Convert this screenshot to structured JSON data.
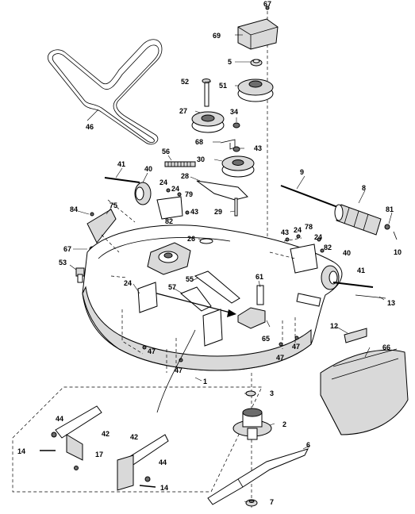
{
  "labels": {
    "p67a": "67",
    "p69": "69",
    "p5": "5",
    "p52": "52",
    "p51": "51",
    "p46": "46",
    "p27": "27",
    "p34": "34",
    "p68": "68",
    "p43a": "43",
    "p56": "56",
    "p30": "30",
    "p41a": "41",
    "p40a": "40",
    "p28": "28",
    "p9": "9",
    "p24a": "24",
    "p24b": "24",
    "p79": "79",
    "p8": "8",
    "p84": "84",
    "p75": "75",
    "p43b": "43",
    "p29": "29",
    "p81": "81",
    "p43c": "43",
    "p24c": "24",
    "p78": "78",
    "p24d": "24",
    "p26": "26",
    "p10": "10",
    "p67b": "67",
    "p82a": "82",
    "p82b": "82",
    "p53": "53",
    "p40b": "40",
    "p41b": "41",
    "p24e": "24",
    "p57": "57",
    "p55": "55",
    "p61": "61",
    "p13": "13",
    "p65": "65",
    "p12": "12",
    "p47a": "47",
    "p47b": "47",
    "p47c": "47",
    "p47d": "47",
    "p66": "66",
    "p1": "1",
    "p3": "3",
    "p2": "2",
    "p44a": "44",
    "p42a": "42",
    "p42b": "42",
    "p6": "6",
    "p14a": "14",
    "p17": "17",
    "p44b": "44",
    "p14b": "14",
    "p7": "7"
  }
}
